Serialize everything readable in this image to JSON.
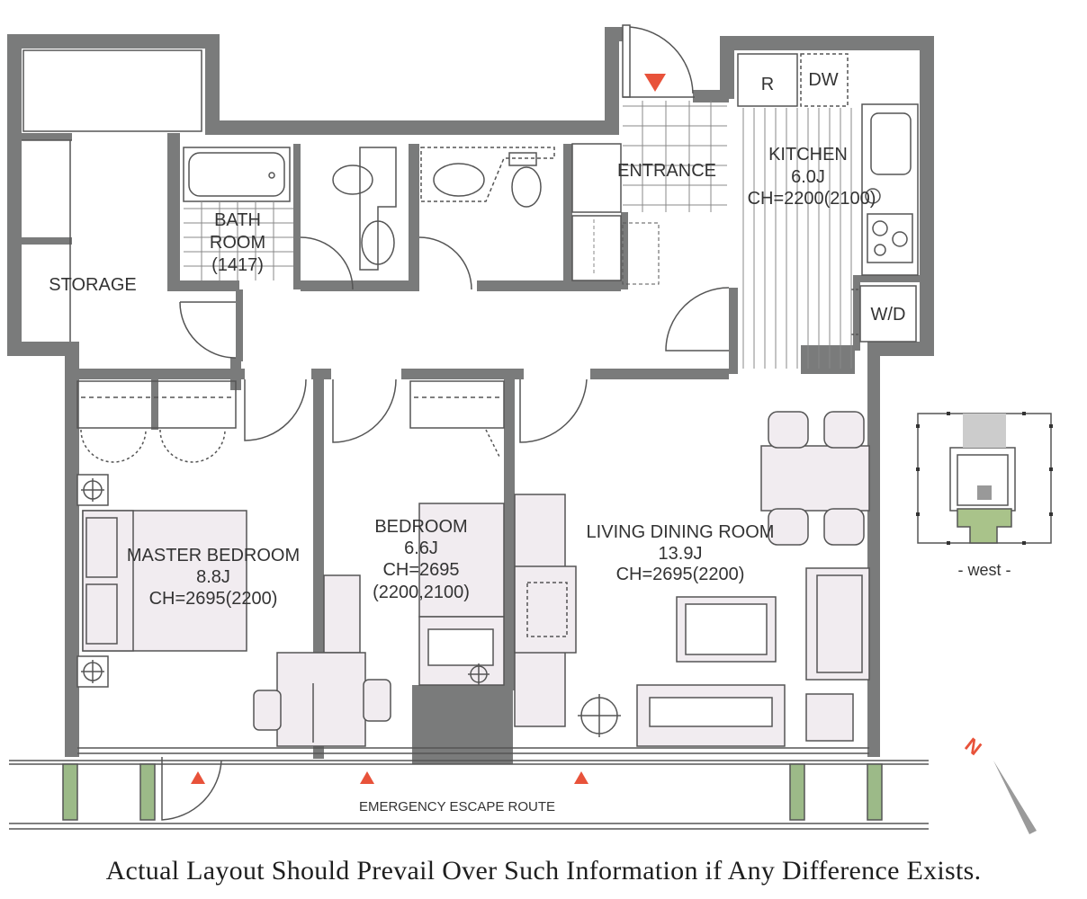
{
  "rooms": {
    "storage": "STORAGE",
    "bath": [
      "BATH",
      "ROOM",
      "(1417)"
    ],
    "entrance": "ENTRANCE",
    "kitchen": [
      "KITCHEN",
      "6.0J",
      "CH=2200(2100)"
    ],
    "fridge": "R",
    "dishwasher": "DW",
    "washer_dryer": "W/D",
    "master_bedroom": [
      "MASTER BEDROOM",
      "8.8J",
      "CH=2695(2200)"
    ],
    "bedroom": [
      "BEDROOM",
      "6.6J",
      "CH=2695",
      "(2200,2100)"
    ],
    "living": [
      "LIVING DINING ROOM",
      "13.9J",
      "CH=2695(2200)"
    ]
  },
  "escape_route": "EMERGENCY ESCAPE ROUTE",
  "key_plan_label": "- west -",
  "compass_letter": "N",
  "disclaimer": "Actual Layout Should Prevail Over Such Information if Any Difference Exists.",
  "colors": {
    "wall": "#7a7b7b",
    "furniture": "#f1ecf0",
    "marker": "#e8523a",
    "glass": "#9cba88"
  }
}
